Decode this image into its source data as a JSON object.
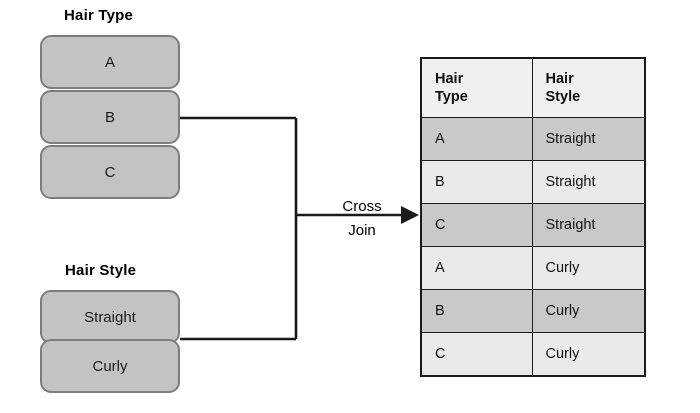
{
  "diagram": {
    "type": "cross-join-illustration",
    "background": "#ffffff",
    "colors": {
      "box_fill": "#c3c3c3",
      "box_border": "#7d7d7d",
      "connector": "#1a1a1a",
      "table_border": "#1a1a1a",
      "header_fill": "#f0f0f0",
      "row_dark": "#c9c9c9",
      "row_light": "#eaeaea"
    }
  },
  "sources": {
    "hair_type": {
      "title": "Hair Type",
      "items": [
        {
          "label": "A"
        },
        {
          "label": "B"
        },
        {
          "label": "C"
        }
      ]
    },
    "hair_style": {
      "title": "Hair Style",
      "items": [
        {
          "label": "Straight"
        },
        {
          "label": "Curly"
        }
      ]
    }
  },
  "operation": {
    "label_line1": "Cross",
    "label_line2": "Join",
    "full_label": "Cross Join"
  },
  "result_table": {
    "columns": [
      {
        "line1": "Hair",
        "line2": "Type"
      },
      {
        "line1": "Hair",
        "line2": "Style"
      }
    ],
    "rows": [
      {
        "hair_type": "A",
        "hair_style": "Straight",
        "shade": "dark"
      },
      {
        "hair_type": "B",
        "hair_style": "Straight",
        "shade": "light"
      },
      {
        "hair_type": "C",
        "hair_style": "Straight",
        "shade": "dark"
      },
      {
        "hair_type": "A",
        "hair_style": "Curly",
        "shade": "light"
      },
      {
        "hair_type": "B",
        "hair_style": "Curly",
        "shade": "dark"
      },
      {
        "hair_type": "C",
        "hair_style": "Curly",
        "shade": "light"
      }
    ]
  }
}
